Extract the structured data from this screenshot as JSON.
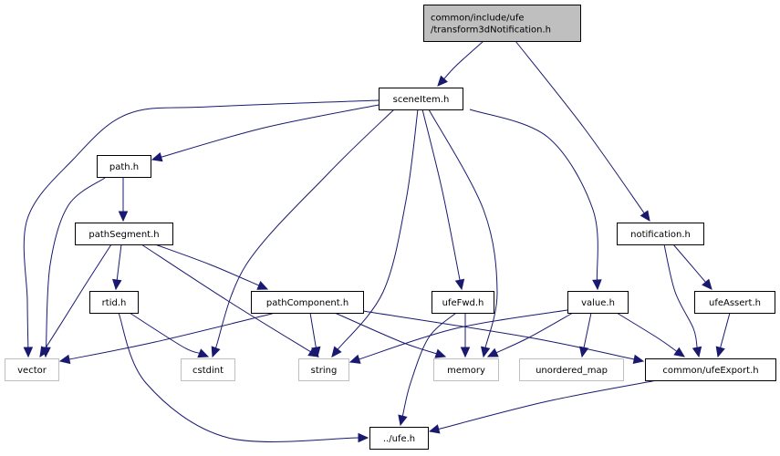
{
  "graph": {
    "title": "Include dependency graph for transform3dNotification.h",
    "colors": {
      "edge": "#191970",
      "root_fill": "#bfbfbf",
      "root_border": "#000000",
      "file_fill": "#ffffff",
      "file_border": "#000000",
      "external_border": "#bfbfbf"
    },
    "nodes": [
      {
        "id": "root",
        "lines": [
          "common/include/ufe",
          "/transform3dNotification.h"
        ],
        "kind": "root"
      },
      {
        "id": "sceneItem",
        "lines": [
          "sceneItem.h"
        ],
        "kind": "file"
      },
      {
        "id": "path",
        "lines": [
          "path.h"
        ],
        "kind": "file"
      },
      {
        "id": "pathSegment",
        "lines": [
          "pathSegment.h"
        ],
        "kind": "file"
      },
      {
        "id": "rtid",
        "lines": [
          "rtid.h"
        ],
        "kind": "file"
      },
      {
        "id": "pathComponent",
        "lines": [
          "pathComponent.h"
        ],
        "kind": "file"
      },
      {
        "id": "ufeFwd",
        "lines": [
          "ufeFwd.h"
        ],
        "kind": "file"
      },
      {
        "id": "value",
        "lines": [
          "value.h"
        ],
        "kind": "file"
      },
      {
        "id": "notification",
        "lines": [
          "notification.h"
        ],
        "kind": "file"
      },
      {
        "id": "ufeAssert",
        "lines": [
          "ufeAssert.h"
        ],
        "kind": "file"
      },
      {
        "id": "ufeExport",
        "lines": [
          "common/ufeExport.h"
        ],
        "kind": "file"
      },
      {
        "id": "ufe",
        "lines": [
          "../ufe.h"
        ],
        "kind": "file"
      },
      {
        "id": "vector",
        "lines": [
          "vector"
        ],
        "kind": "external"
      },
      {
        "id": "cstdint",
        "lines": [
          "cstdint"
        ],
        "kind": "external"
      },
      {
        "id": "string",
        "lines": [
          "string"
        ],
        "kind": "external"
      },
      {
        "id": "memory",
        "lines": [
          "memory"
        ],
        "kind": "external"
      },
      {
        "id": "unordered_map",
        "lines": [
          "unordered_map"
        ],
        "kind": "external"
      }
    ],
    "edges": [
      {
        "from": "root",
        "to": "sceneItem"
      },
      {
        "from": "root",
        "to": "notification"
      },
      {
        "from": "sceneItem",
        "to": "vector"
      },
      {
        "from": "sceneItem",
        "to": "path"
      },
      {
        "from": "sceneItem",
        "to": "cstdint"
      },
      {
        "from": "sceneItem",
        "to": "string"
      },
      {
        "from": "sceneItem",
        "to": "ufeFwd"
      },
      {
        "from": "sceneItem",
        "to": "memory"
      },
      {
        "from": "sceneItem",
        "to": "value"
      },
      {
        "from": "path",
        "to": "vector"
      },
      {
        "from": "path",
        "to": "pathSegment"
      },
      {
        "from": "pathSegment",
        "to": "vector"
      },
      {
        "from": "pathSegment",
        "to": "rtid"
      },
      {
        "from": "pathSegment",
        "to": "pathComponent"
      },
      {
        "from": "pathSegment",
        "to": "string"
      },
      {
        "from": "rtid",
        "to": "cstdint"
      },
      {
        "from": "rtid",
        "to": "ufe"
      },
      {
        "from": "pathComponent",
        "to": "vector"
      },
      {
        "from": "pathComponent",
        "to": "string"
      },
      {
        "from": "pathComponent",
        "to": "memory"
      },
      {
        "from": "pathComponent",
        "to": "ufeExport"
      },
      {
        "from": "ufeFwd",
        "to": "memory"
      },
      {
        "from": "ufeFwd",
        "to": "ufe"
      },
      {
        "from": "value",
        "to": "string"
      },
      {
        "from": "value",
        "to": "memory"
      },
      {
        "from": "value",
        "to": "unordered_map"
      },
      {
        "from": "value",
        "to": "ufeExport"
      },
      {
        "from": "notification",
        "to": "ufeAssert"
      },
      {
        "from": "notification",
        "to": "ufeExport"
      },
      {
        "from": "ufeAssert",
        "to": "ufeExport"
      },
      {
        "from": "ufeExport",
        "to": "ufe"
      }
    ]
  }
}
